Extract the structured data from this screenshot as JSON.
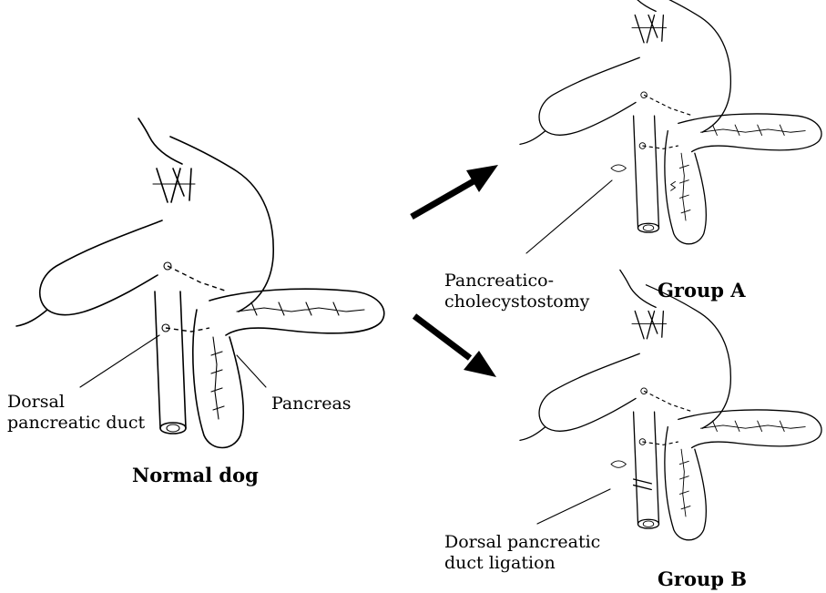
{
  "labels": {
    "dorsal_duct": [
      "Dorsal",
      "pancreatic duct"
    ],
    "pancreas": "Pancreas",
    "normal_dog": "Normal dog",
    "anastomosis": [
      "Pancreatico-",
      "cholecystostomy"
    ],
    "group_a": "Group A",
    "ligation": [
      "Dorsal pancreatic",
      "duct ligation"
    ],
    "group_b": "Group B"
  }
}
